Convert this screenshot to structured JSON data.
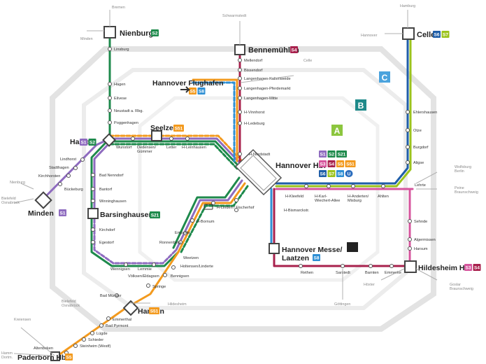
{
  "colors": {
    "S1": "#8e6bbf",
    "S2": "#1e8a4c",
    "S3": "#d6559d",
    "S4": "#a8214d",
    "S5": "#f39a1e",
    "S51": "#f39a1e",
    "S6": "#1f5ea8",
    "S7": "#9bc31c",
    "S8": "#2e8fd4",
    "S21": "#1e8a4c",
    "zoneA": "#8cc63e",
    "zoneB": "#1f8a8a",
    "zoneC": "#4ba3dd",
    "U": "#2e6fbf"
  },
  "zones": [
    {
      "label": "A",
      "color_key": "zoneA"
    },
    {
      "label": "B",
      "color_key": "zoneB"
    },
    {
      "label": "C",
      "color_key": "zoneC"
    }
  ],
  "hubs": {
    "nienburg": "Nienburg",
    "bennemuehlen": "Bennemühlen",
    "celle": "Celle",
    "flughafen": "Hannover Flughafen",
    "seelze": "Seelze",
    "haste": "Haste",
    "hbf": "Hannover Hbf",
    "minden": "Minden",
    "barsinghausen": "Barsinghausen",
    "messe_line1": "Hannover Messe/",
    "messe_line2": "Laatzen",
    "hildesheim": "Hildesheim Hbf",
    "hameln": "Hameln",
    "paderborn": "Paderborn Hbf"
  },
  "stations": {
    "linsburg": "Linsburg",
    "hagen": "Hagen",
    "eilvese": "Eilvese",
    "neustadt": "Neustadt a. Rbg.",
    "poggenhagen": "Poggenhagen",
    "mellendorf": "Mellendorf",
    "bissendorf": "Bissendorf",
    "l_kaltenweide": "Langenhagen-Kaltenweide",
    "l_pferdemarkt": "Langenhagen-Pferdemarkt",
    "l_mitte": "Langenhagen-Mitte",
    "h_vinnhorst": "H-Vinnhorst",
    "h_ledeburg": "H-Ledeburg",
    "h_nordstadt": "H-Nordstadt",
    "wunstorf": "Wunstorf",
    "dedensen": "Dedensen/\nGümmer",
    "letter": "Letter",
    "h_leinhausen": "H-Leinhausen",
    "lindhorst": "Lindhorst",
    "stadthagen": "Stadthagen",
    "kirchhorsten": "Kirchhorsten",
    "bueckeburg": "Bückeburg",
    "bad_nenndorf": "Bad Nenndorf",
    "bantorf": "Bantorf",
    "winninghausen": "Winninghausen",
    "kirchdorf": "Kirchdorf",
    "egestorf": "Egestorf",
    "wennigsen": "Wennigsen",
    "lemmie": "Lemmie",
    "voelksen": "Völksen/Eldagsen",
    "springe": "Springe",
    "bad_muender": "Bad Münder",
    "emmerthal": "Emmerthal",
    "bad_pyrmont": "Bad Pyrmont",
    "luegde": "Lügde",
    "schieder": "Schieder",
    "steinheim": "Steinheim (Westf)",
    "altenbeken": "Altenbeken",
    "ehlershausen": "Ehlershausen",
    "otze": "Otze",
    "burgdorf": "Burgdorf",
    "aligse": "Aligse",
    "lehrte": "Lehrte",
    "ahlten": "Ahlten",
    "h_anderten": "H-Anderten/\nMisburg",
    "h_karl": "H-Karl-\nWiechert-Allee",
    "h_kleefeld": "H-Kleefeld",
    "h_linden": "H-Linden / Fischerhof",
    "h_bismarck": "H-Bismarckstr.",
    "h_bornum": "H-Bornum",
    "empelde": "Empelde",
    "ronnenberg": "Ronnenberg",
    "weetzen": "Weetzen",
    "holtensen": "Holtensen/Linderte",
    "bennigsen": "Bennigsen",
    "rethen": "Rethen",
    "sarstedt": "Sarstedt",
    "barnten": "Barnten",
    "emmerke": "Emmerke",
    "sehnde": "Sehnde",
    "algermissen": "Algermissen",
    "harsum": "Harsum"
  },
  "directions": {
    "bremen": "Bremen",
    "minden_top": "Minden",
    "schwarmstedt": "Schwarmstedt",
    "celle_dir": "Celle",
    "hamburg": "Hamburg",
    "hannover_dir": "Hannover",
    "nienburg_dir": "Nienburg",
    "bielefeld": "Bielefeld\nOsnabrück",
    "wolfsburg": "Wolfsburg\nBerlin",
    "peine": "Peine\nBraunschweig",
    "goslar": "Goslar\nBraunschweig",
    "hildesheim_dir": "Hildesheim",
    "hameln_left": "Bielefeld\nOsnabrück",
    "kreiensen": "Kreiensen",
    "hamm": "Hamm\nDortm.",
    "goettingen": "Göttingen",
    "hoexter": "Höxter"
  },
  "badges": {
    "nienburg": [
      "S2"
    ],
    "bennemuehlen": [
      "S4"
    ],
    "celle": [
      "S6",
      "S7"
    ],
    "flughafen": [
      "S5",
      "S8"
    ],
    "seelze": [
      "S51"
    ],
    "haste": [
      "S1",
      "S2"
    ],
    "minden": [
      "S1"
    ],
    "barsinghausen": [
      "S21"
    ],
    "messe": [
      "S8"
    ],
    "hildesheim": [
      "S3",
      "S4"
    ],
    "hameln": [
      "S51"
    ],
    "paderborn": [
      "S5"
    ],
    "hbf_row1": [
      "S1",
      "S2",
      "S21"
    ],
    "hbf_row2": [
      "S3",
      "S4",
      "S5",
      "S51"
    ],
    "hbf_row3": [
      "S6",
      "S7",
      "S8",
      "U"
    ]
  }
}
